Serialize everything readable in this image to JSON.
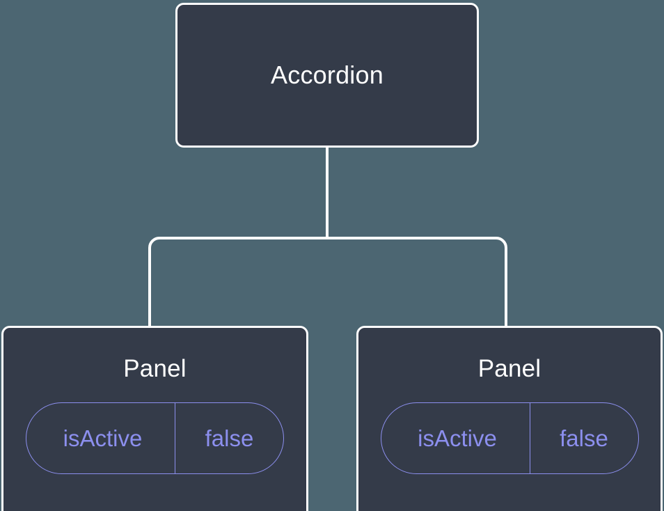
{
  "diagram": {
    "type": "component-tree",
    "background_color": "#4c6672",
    "node_fill_color": "#343b49",
    "node_border_color": "#ffffff",
    "edge_color": "#ffffff",
    "badge_color": "#8c8fee",
    "title_color": "#ffffff",
    "root": {
      "label": "Accordion"
    },
    "children": [
      {
        "label": "Panel",
        "props": [
          {
            "key": "isActive",
            "value": "false"
          }
        ]
      },
      {
        "label": "Panel",
        "props": [
          {
            "key": "isActive",
            "value": "false"
          }
        ]
      }
    ]
  }
}
